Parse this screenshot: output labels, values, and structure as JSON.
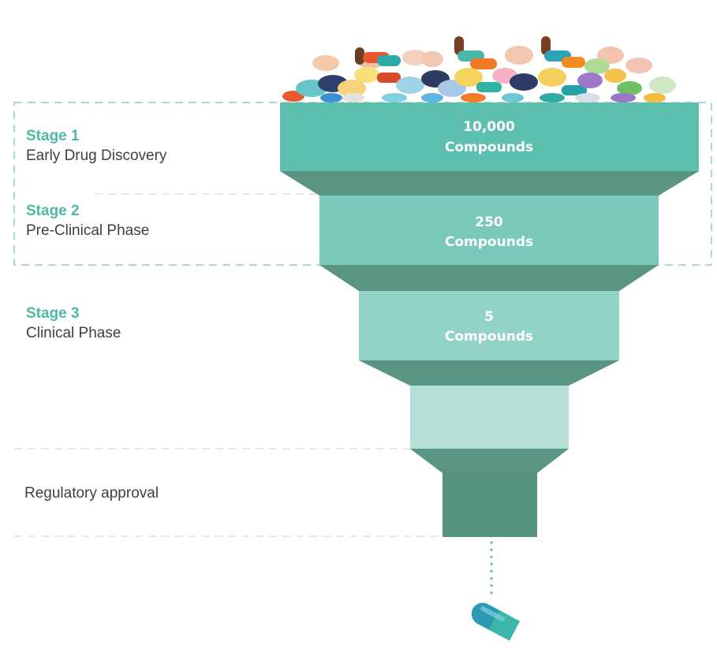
{
  "stages": [
    {
      "title": "Stage 1",
      "description": "Early Drug Discovery",
      "count": "10,000",
      "unit": "Compounds"
    },
    {
      "title": "Stage 2",
      "description": "Pre-Clinical Phase",
      "count": "250",
      "unit": "Compounds"
    },
    {
      "title": "Stage 3",
      "description": "Clinical Phase",
      "count": "5",
      "unit": "Compounds"
    }
  ],
  "regulatory": {
    "description": "Regulatory approval"
  },
  "colors": {
    "accent": "#4fb8a4",
    "tier1": "#5dbfae",
    "tier2": "#79c8ba",
    "tier3": "#93d2c6",
    "tier4": "#b4ded6",
    "tier5": "#55927f",
    "neck": "#5a9482",
    "dashed_box": "#89cfc2",
    "divider": "#d8dadb"
  },
  "icons": [
    "pills-pile-icon",
    "capsule-icon"
  ]
}
